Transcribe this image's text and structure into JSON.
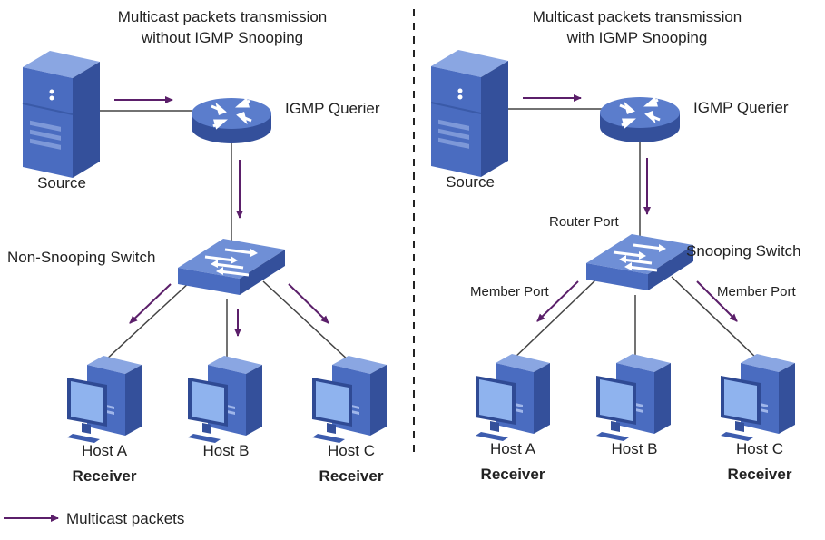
{
  "left_panel": {
    "title_line1": "Multicast packets transmission",
    "title_line2": "without IGMP Snooping",
    "source_label": "Source",
    "querier_label": "IGMP Querier",
    "switch_label": "Non-Snooping Switch",
    "hosts": [
      {
        "name": "Host A",
        "role": "Receiver"
      },
      {
        "name": "Host B",
        "role": ""
      },
      {
        "name": "Host C",
        "role": "Receiver"
      }
    ]
  },
  "right_panel": {
    "title_line1": "Multicast packets transmission",
    "title_line2": "with IGMP Snooping",
    "source_label": "Source",
    "querier_label": "IGMP Querier",
    "switch_label": "Snooping Switch",
    "router_port_label": "Router Port",
    "member_port_left": "Member Port",
    "member_port_right": "Member Port",
    "hosts": [
      {
        "name": "Host A",
        "role": "Receiver"
      },
      {
        "name": "Host B",
        "role": ""
      },
      {
        "name": "Host C",
        "role": "Receiver"
      }
    ]
  },
  "legend": {
    "label": "Multicast packets"
  },
  "colors": {
    "device_blue": "#4a6cc0",
    "device_light": "#6f8fd6",
    "device_dark": "#34509b",
    "arrow": "#5b1f6a",
    "link": "#444444"
  }
}
